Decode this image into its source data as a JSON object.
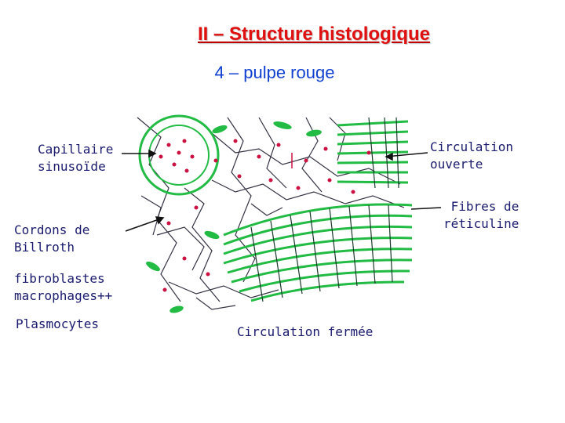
{
  "title": "II – Structure histologique",
  "subtitle": "4 – pulpe rouge",
  "labels": {
    "capillaire_l1": "Capillaire",
    "capillaire_l2": "sinusoïde",
    "cordons_l1": "Cordons de",
    "cordons_l2": "Billroth",
    "fibro_l1": "fibroblastes",
    "fibro_l2": "macrophages++",
    "plasmocytes": "Plasmocytes",
    "circ_ouverte_l1": "Circulation",
    "circ_ouverte_l2": "ouverte",
    "fibres_l1": "Fibres de",
    "fibres_l2": "réticuline",
    "circ_fermee": "Circulation fermée"
  },
  "colors": {
    "title": "#e01010",
    "subtitle": "#1040d0",
    "label": "#1a1a6e",
    "fiber_green": "#22bb44",
    "cell_red": "#cc1040",
    "mesh_gray": "#333344"
  }
}
